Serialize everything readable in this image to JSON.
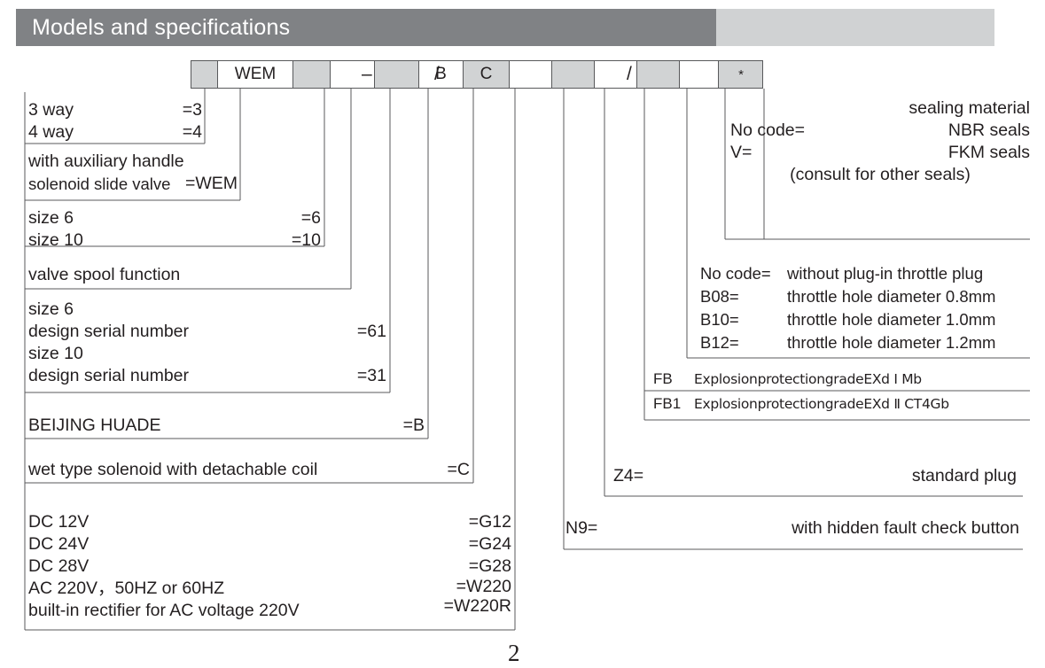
{
  "header": {
    "title": "Models and specifications",
    "bar_dark_color": "#808285",
    "bar_light_color": "#d0d2d3"
  },
  "model_code": {
    "cells": [
      {
        "text": "",
        "fill": "gray"
      },
      {
        "text": "WEM",
        "fill": "white"
      },
      {
        "text": "",
        "fill": "gray"
      },
      {
        "text": "",
        "fill": "white"
      },
      {
        "text": "",
        "fill": "gray"
      },
      {
        "text": "",
        "fill": "white"
      },
      {
        "text": "",
        "fill": "gray"
      },
      {
        "text": "",
        "fill": "white"
      },
      {
        "text": "",
        "fill": "gray"
      },
      {
        "text": "",
        "fill": "white"
      },
      {
        "text": "",
        "fill": "gray"
      },
      {
        "text": "",
        "fill": "white"
      },
      {
        "text": "",
        "fill": "gray"
      },
      {
        "text": "",
        "fill": "white"
      },
      {
        "text": "*",
        "fill": "gray"
      }
    ],
    "dash": "–",
    "letter_b": "B",
    "letter_c": "C",
    "slash_1": "/",
    "slash_2": "/",
    "star": "*"
  },
  "blocks": {
    "ways": {
      "rows": [
        {
          "label": "3 way",
          "code": "=3"
        },
        {
          "label": "4 way",
          "code": "=4"
        }
      ]
    },
    "valve_type": {
      "line1": "with auxiliary handle",
      "line2_label": "solenoid slide valve",
      "line2_code": "=WEM"
    },
    "size": {
      "rows": [
        {
          "label": "size 6",
          "code": "=6"
        },
        {
          "label": "size 10",
          "code": "=10"
        }
      ]
    },
    "spool": {
      "label": "valve spool function"
    },
    "serial": {
      "rows": [
        {
          "label": "size 6",
          "code": ""
        },
        {
          "label": "design serial number",
          "code": "=61"
        },
        {
          "label": "size 10",
          "code": ""
        },
        {
          "label": "design serial number",
          "code": "=31"
        }
      ]
    },
    "maker": {
      "label": "BEIJING  HUADE",
      "code": "=B"
    },
    "solenoid": {
      "label": "wet type solenoid with detachable coil",
      "code": "=C"
    },
    "voltage": {
      "rows": [
        {
          "label": "DC 12V",
          "code": "=G12"
        },
        {
          "label": "DC 24V",
          "code": "=G24"
        },
        {
          "label": "DC 28V",
          "code": "=G28"
        },
        {
          "label": "AC 220V，50HZ or 60HZ",
          "code": "=W220"
        },
        {
          "label": "built-in rectifier for AC voltage 220V",
          "code": "=W220R"
        }
      ]
    },
    "sealing": {
      "title": "sealing material",
      "rows": [
        {
          "code": "No code=",
          "label": "NBR seals"
        },
        {
          "code": "V=",
          "label": "FKM seals"
        }
      ],
      "note": "(consult for other seals)"
    },
    "throttle": {
      "rows": [
        {
          "code": "No code=",
          "label": "without plug-in throttle plug"
        },
        {
          "code": "B08=",
          "label": "throttle hole diameter 0.8mm"
        },
        {
          "code": "B10=",
          "label": "throttle hole diameter 1.0mm"
        },
        {
          "code": "B12=",
          "label": "throttle hole diameter 1.2mm"
        }
      ]
    },
    "explosion": {
      "rows": [
        {
          "code": "FB",
          "label": "ExplosionprotectiongradeEXd Ⅰ Mb"
        },
        {
          "code": "FB1",
          "label": "ExplosionprotectiongradeEXd Ⅱ CT4Gb"
        }
      ]
    },
    "plug": {
      "code": "Z4=",
      "label": "standard plug"
    },
    "fault": {
      "code": "N9=",
      "label": "with hidden fault check button"
    }
  },
  "footer": {
    "page_number": "2"
  }
}
